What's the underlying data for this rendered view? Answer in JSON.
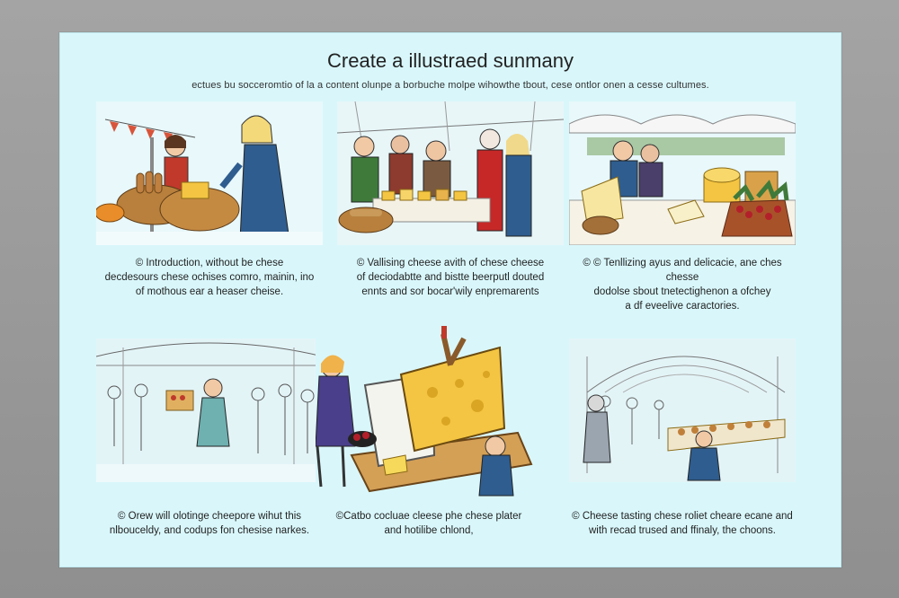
{
  "title": "Create a illustraed sunmany",
  "subtitle": "ectues bu socceromtio of la a content olunpe a borbuche molpe wihowthe tbout, cese ontlor onen a cesse cultumes.",
  "panels": [
    {
      "caption": [
        "©   Introduction, without be chese",
        "decdesours chese ochises comro, mainin, ino",
        "of mothous ear a heaser cheise."
      ],
      "number_mark": "©"
    },
    {
      "caption": [
        "©  Vallising cheese avith of chese cheese",
        "of deciodabtte and bistte beerputl douted",
        "ennts and sor bocar'wily enpremarents"
      ]
    },
    {
      "caption": [
        "© © Tenllizing ayus and delicacie, ane ches chesse",
        "dodolse sbout tnetectighenon a ofchey",
        "a df eveelive caractories."
      ]
    },
    {
      "caption": [
        "©  Orew will olotinge cheepore wihut this",
        "nlbouceldy, and codups fon chesise narkes."
      ]
    },
    {
      "caption": [
        "©Catbo cocluae cleese phe chese plater",
        "and hotilibe chlond,"
      ]
    },
    {
      "caption": [
        "©  Cheese tasting chese roliet cheare ecane and",
        "with recad trused and ffinaly,  the choons."
      ]
    }
  ],
  "colors": {
    "background": "#9a9a9a",
    "poster": "#d9f7fb",
    "cheese": "#f4c542",
    "basket": "#b8803c",
    "coat_blue": "#2f5d8f",
    "berry_red": "#b3202a",
    "leaf_green": "#3f7a3a"
  }
}
